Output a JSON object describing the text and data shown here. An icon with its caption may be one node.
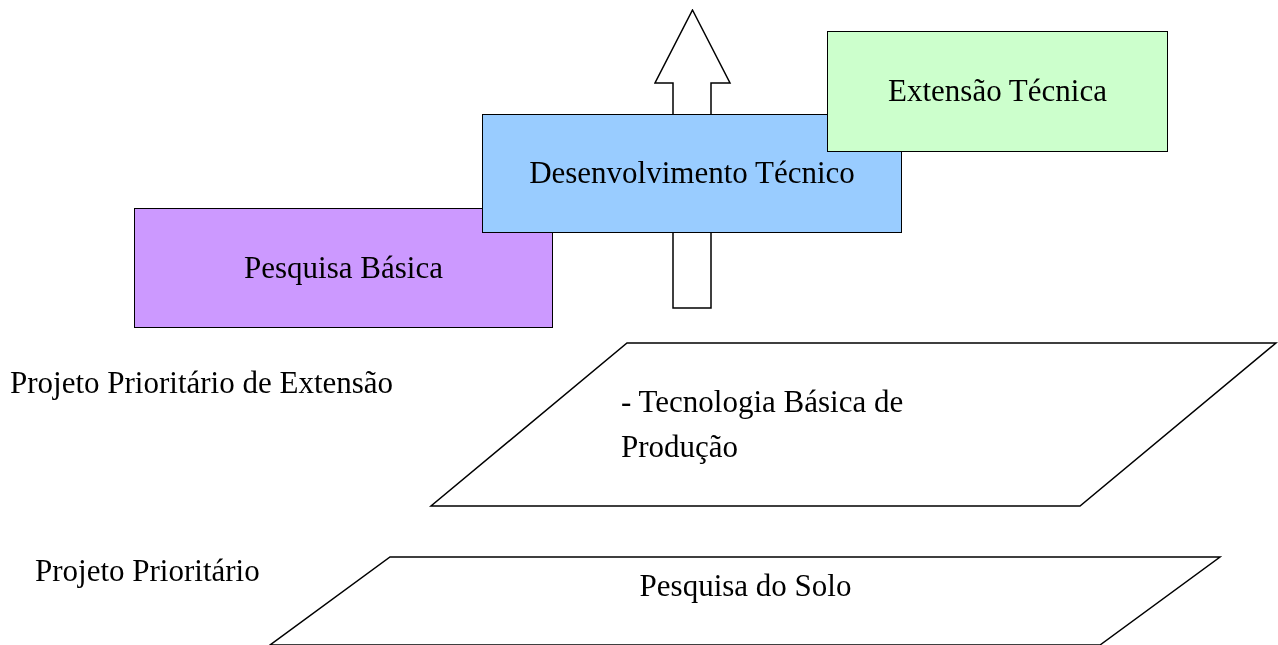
{
  "diagram": {
    "nodes": [
      {
        "text": [
          "Pesquisa Básica"
        ]
      },
      {
        "text": [
          "Desenvolvimento Técnico"
        ]
      },
      {
        "text": [
          "Extensão Técnica"
        ]
      },
      {
        "text": [
          "- Tecnologia Básica de Produção"
        ],
        "beside": [
          "Projeto Prioritário de Extensão"
        ]
      },
      {
        "text": [
          "Pesquisa do Solo"
        ],
        "beside": [
          "Projeto Prioritário"
        ]
      }
    ],
    "edges": []
  }
}
